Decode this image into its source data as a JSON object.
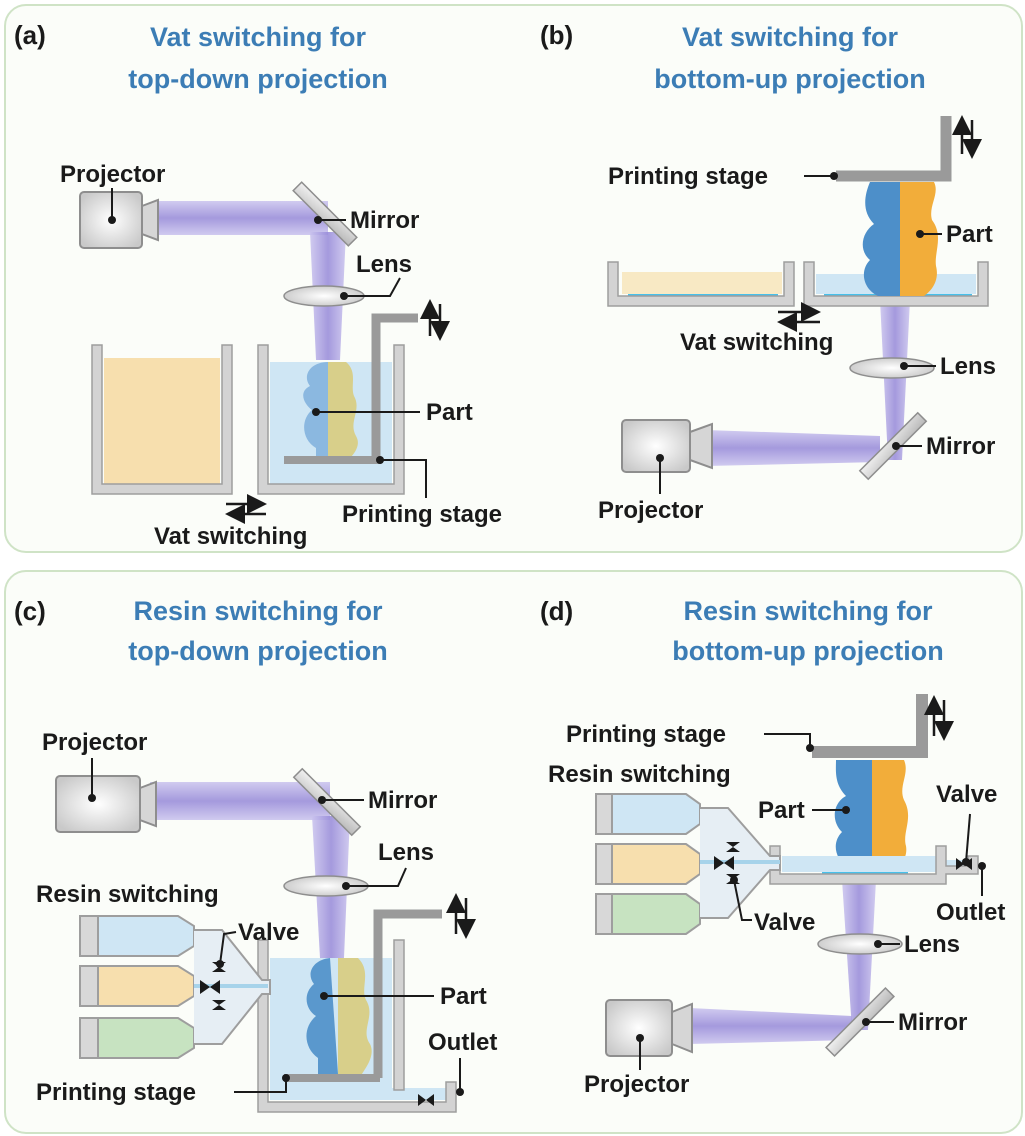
{
  "panels": {
    "a": {
      "id": "(a)",
      "title_line1": "Vat switching for",
      "title_line2": "top-down projection",
      "projector": "Projector",
      "mirror": "Mirror",
      "lens": "Lens",
      "part": "Part",
      "printing_stage": "Printing stage",
      "vat_switching": "Vat switching"
    },
    "b": {
      "id": "(b)",
      "title_line1": "Vat switching for",
      "title_line2": "bottom-up projection",
      "printing_stage": "Printing stage",
      "part": "Part",
      "vat_switching": "Vat switching",
      "lens": "Lens",
      "mirror": "Mirror",
      "projector": "Projector"
    },
    "c": {
      "id": "(c)",
      "title_line1": "Resin switching for",
      "title_line2": "top-down projection",
      "projector": "Projector",
      "mirror": "Mirror",
      "lens": "Lens",
      "resin_switching": "Resin switching",
      "valve": "Valve",
      "part": "Part",
      "outlet": "Outlet",
      "printing_stage": "Printing stage"
    },
    "d": {
      "id": "(d)",
      "title_line1": "Resin switching for",
      "title_line2": "bottom-up projection",
      "printing_stage": "Printing stage",
      "resin_switching": "Resin switching",
      "part": "Part",
      "valve_right": "Valve",
      "outlet": "Outlet",
      "valve_left": "Valve",
      "lens": "Lens",
      "mirror": "Mirror",
      "projector": "Projector"
    }
  },
  "colors": {
    "title": "#3c7db5",
    "beam": "#9b8fd6",
    "resin_blue": "#cfe6f4",
    "resin_yellow": "#f7dfae",
    "resin_green": "#c7e3c1",
    "part_blue": "#4d8fc9",
    "part_yellow": "#f2ad3a",
    "frame": "#cfe3c6"
  }
}
